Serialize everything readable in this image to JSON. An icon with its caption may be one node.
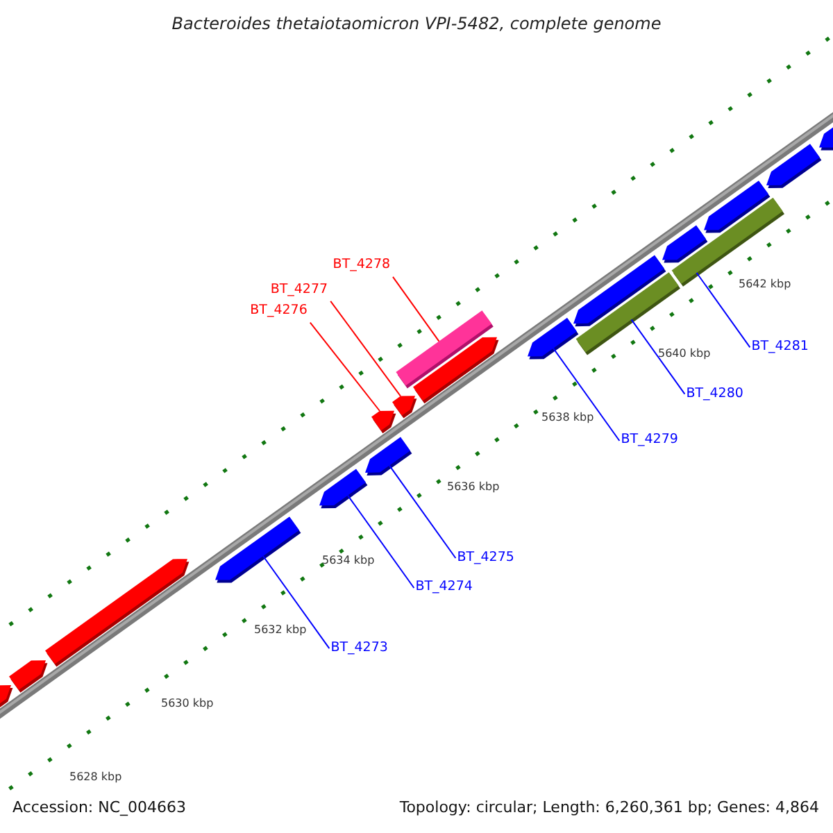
{
  "diagram": {
    "title": "Bacteroides thetaiotaomicron VPI-5482, complete genome",
    "nodes": [
      {
        "text": [
          "BT_4278"
        ]
      },
      {
        "text": [
          "BT_4277"
        ]
      },
      {
        "text": [
          "BT_4276"
        ]
      },
      {
        "text": [
          "BT_4281"
        ]
      },
      {
        "text": [
          "BT_4280"
        ]
      },
      {
        "text": [
          "BT_4279"
        ]
      },
      {
        "text": [
          "BT_4275"
        ]
      },
      {
        "text": [
          "BT_4274"
        ]
      },
      {
        "text": [
          "BT_4273"
        ]
      },
      {
        "text": [],
        "shape": "arrow"
      },
      {
        "text": [],
        "shape": "arrow"
      },
      {
        "text": [],
        "shape": "arrow"
      },
      {
        "text": [],
        "shape": "arrow"
      },
      {
        "text": [],
        "shape": "arrow"
      },
      {
        "text": [],
        "shape": "arrow"
      },
      {
        "text": [],
        "shape": "arrow"
      },
      {
        "text": [],
        "shape": "arrow"
      },
      {
        "text": [],
        "shape": "bar"
      },
      {
        "text": [],
        "shape": "arrow"
      },
      {
        "text": [],
        "shape": "arrow"
      },
      {
        "text": [],
        "shape": "bar"
      },
      {
        "text": [],
        "shape": "arrow"
      },
      {
        "text": [],
        "shape": "bar"
      },
      {
        "text": [],
        "shape": "arrow"
      },
      {
        "text": [],
        "shape": "arrow"
      },
      {
        "text": [],
        "shape": "arrow"
      },
      {
        "text": [],
        "shape": "arrow"
      }
    ],
    "edges": [
      {
        "from": 0,
        "to": 17,
        "arrow": "none",
        "color": "#ff0000"
      },
      {
        "from": 1,
        "to": 16,
        "arrow": "none",
        "color": "#ff0000"
      },
      {
        "from": 2,
        "to": 15,
        "arrow": "none",
        "color": "#ff0000"
      },
      {
        "from": 3,
        "to": 22,
        "arrow": "none"
      },
      {
        "from": 4,
        "to": 20,
        "arrow": "none"
      },
      {
        "from": 5,
        "to": 19,
        "arrow": "none"
      },
      {
        "from": 6,
        "to": 14,
        "arrow": "none"
      },
      {
        "from": 7,
        "to": 13,
        "arrow": "none"
      },
      {
        "from": 8,
        "to": 12,
        "arrow": "none"
      }
    ],
    "labels": [
      "5628 kbp",
      "5630 kbp",
      "5632 kbp",
      "5634 kbp",
      "5636 kbp",
      "5638 kbp",
      "5640 kbp",
      "5642 kbp",
      "Accession: NC_004663",
      "Topology: circular; Length: 6,260,361 bp; Genes: 4,864"
    ]
  }
}
